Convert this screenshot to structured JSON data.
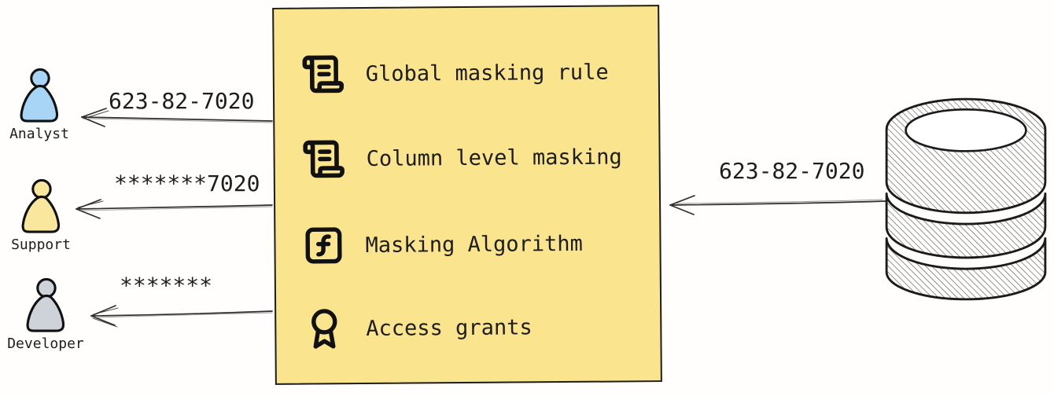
{
  "canvas": {
    "background": "#fffefd"
  },
  "policy_box": {
    "background": "#FAE48E",
    "border_color": "#1d1d1d",
    "items": [
      {
        "icon": "scroll-text-icon",
        "label": "Global masking rule"
      },
      {
        "icon": "scroll-text-icon",
        "label": "Column level masking"
      },
      {
        "icon": "function-square-icon",
        "label": "Masking Algorithm"
      },
      {
        "icon": "award-icon",
        "label": "Access grants"
      }
    ]
  },
  "personas": [
    {
      "label": "Analyst",
      "fill": "#A8D4F5",
      "masked_value": "623-82-7020"
    },
    {
      "label": "Support",
      "fill": "#FAE79E",
      "masked_value": "*******7020"
    },
    {
      "label": "Developer",
      "fill": "#CDD3D8",
      "masked_value": "*******"
    }
  ],
  "database": {
    "icon": "database-icon",
    "value_label": "623-82-7020"
  },
  "colors": {
    "ink": "#1d1d1d",
    "arrow": "#2e2e2e",
    "hatch": "#4a4a4a"
  }
}
